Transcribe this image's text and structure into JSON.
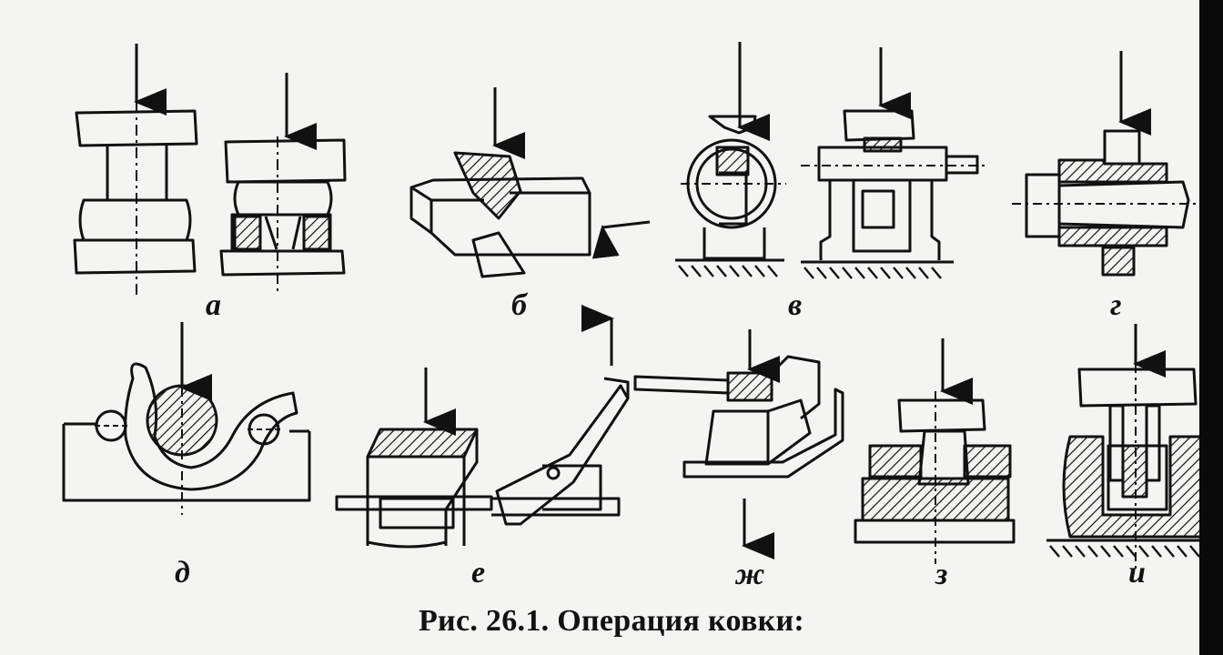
{
  "figure": {
    "caption": "Рис. 26.1. Операция ковки:",
    "labels": {
      "a": "а",
      "b": "б",
      "v": "в",
      "g": "г",
      "d": "д",
      "e": "е",
      "zh": "ж",
      "z": "з",
      "i": "и"
    }
  },
  "colors": {
    "ink": "#111111",
    "paper": "#f4f4f2"
  }
}
